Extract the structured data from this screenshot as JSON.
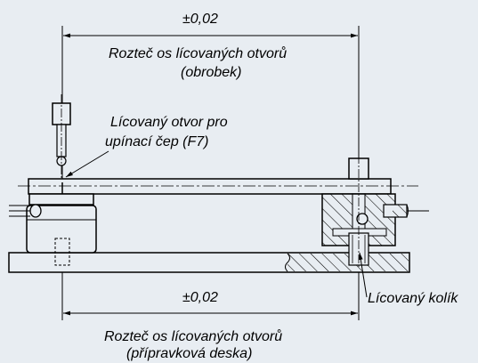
{
  "dimensions": {
    "top_tolerance": "±0,02",
    "bottom_tolerance": "±0,02"
  },
  "labels": {
    "workpiece_pitch_line1": "Rozteč os lícovaných otvorů",
    "workpiece_pitch_line2": "(obrobek)",
    "fitted_hole_line1": "Lícovaný otvor pro",
    "fitted_hole_line2": "upínací čep (F7)",
    "fitted_pin": "Lícovaný kolík",
    "fixture_pitch_line1": "Rozteč os lícovaných otvorů",
    "fixture_pitch_line2": "(přípravková deska)"
  },
  "colors": {
    "background": "#e8edf2",
    "line": "#000000",
    "part_fill": "#e8edf2"
  }
}
